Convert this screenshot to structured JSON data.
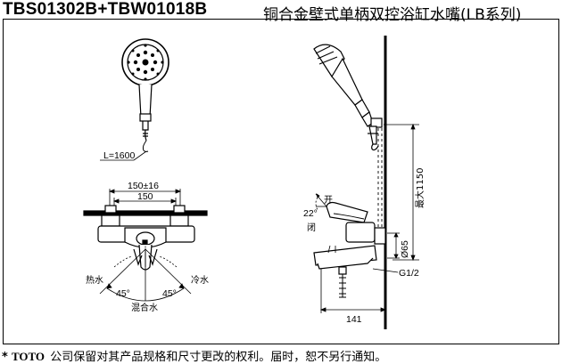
{
  "header": {
    "model": "TBS01302B+TBW01018B",
    "name": "铜合金壁式单柄双控浴缸水嘴(LB系列)"
  },
  "shower": {
    "hose_length": "L=1600"
  },
  "front_view": {
    "dim_outer": "150±16",
    "dim_inner": "150",
    "hot": "热水",
    "cold": "冷水",
    "angle_left": "45°",
    "angle_right": "45°",
    "mixed": "混合水"
  },
  "side_view": {
    "open": "开",
    "angle": "22°",
    "closed": "闭",
    "diameter": "Ø65",
    "thread": "G1/2",
    "depth": "141",
    "max_height": "最大1150"
  },
  "footer": {
    "star": "*",
    "brand": "TOTO",
    "notice": "公司保留对其产品规格和尺寸更改的权利。届时，恕不另行通知。"
  }
}
